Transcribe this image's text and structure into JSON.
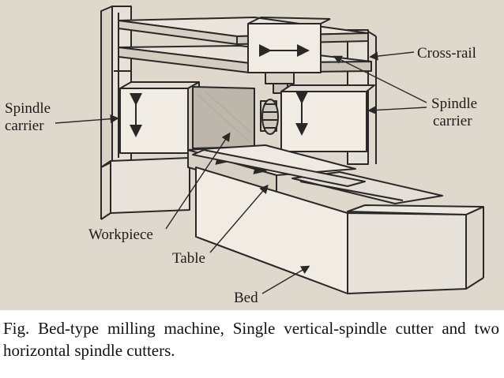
{
  "diagram": {
    "labels": {
      "cross_rail": "Cross-rail",
      "spindle_carrier_left_line1": "Spindle",
      "spindle_carrier_left_line2": "carrier",
      "spindle_carrier_right_line1": "Spindle",
      "spindle_carrier_right_line2": "carrier",
      "workpiece": "Workpiece",
      "table": "Table",
      "bed": "Bed"
    },
    "colors": {
      "paper": "#ded8cd",
      "ink": "#2a2826",
      "workpiece_fill": "#bdb6aa"
    }
  },
  "caption": {
    "text": "Fig. Bed-type milling machine, Single vertical-spindle cutter and two horizontal spindle cutters."
  }
}
